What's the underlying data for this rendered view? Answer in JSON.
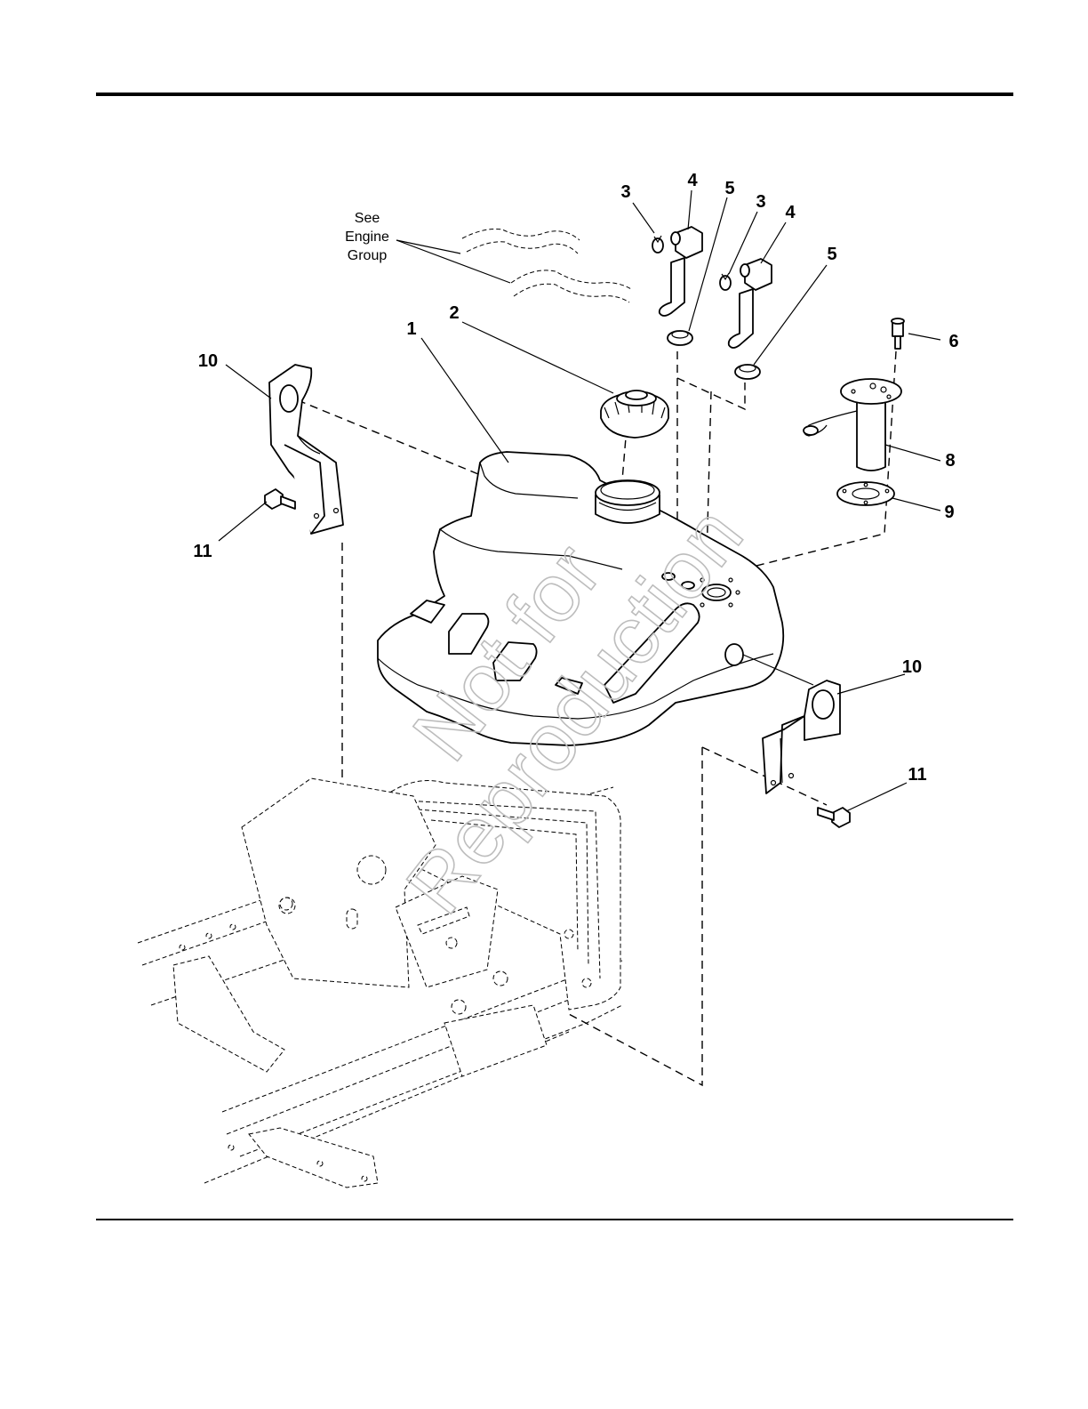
{
  "callouts": {
    "c1": "1",
    "c2": "2",
    "c3a": "3",
    "c4a": "4",
    "c5a": "5",
    "c3b": "3",
    "c4b": "4",
    "c5b": "5",
    "c6": "6",
    "c8": "8",
    "c9": "9",
    "c10a": "10",
    "c10b": "10",
    "c11a": "11",
    "c11b": "11"
  },
  "note": {
    "line1": "See",
    "line2": "Engine",
    "line3": "Group"
  },
  "watermark": {
    "line1": "Not for",
    "line2": "Reproduction"
  }
}
